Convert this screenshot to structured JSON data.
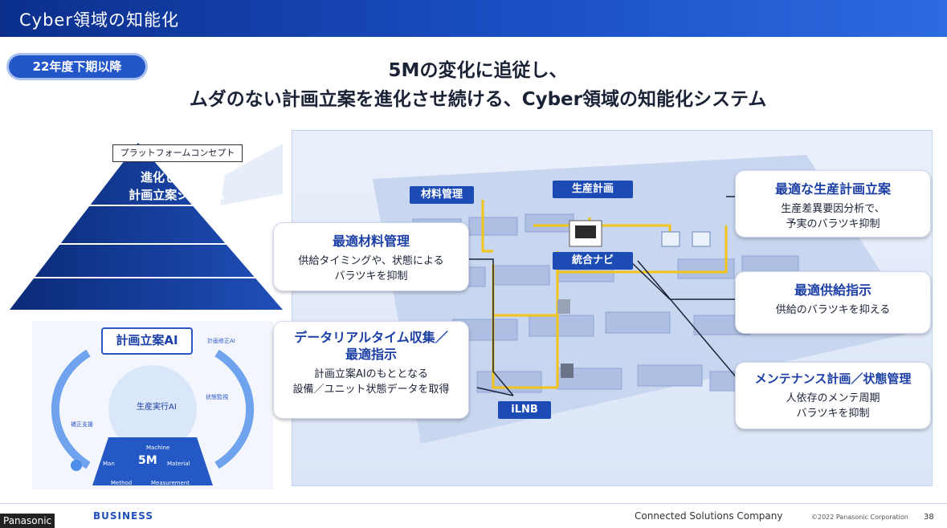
{
  "header": {
    "title": "Cyber領域の知能化"
  },
  "badge": "22年度下期以降",
  "headline": {
    "line1": "5Mの変化に追従し、",
    "line2": "ムダのない計画立案を進化させ続ける、Cyber領域の知能化システム"
  },
  "pyramid": {
    "concept_label": "プラットフォームコンセプト",
    "top_line1": "進化し続ける",
    "top_line2": "計画立案システム"
  },
  "ai": {
    "label": "計画立案AI",
    "center": "生産実行AI",
    "five_m": "5M",
    "small": [
      "計画修正AI",
      "状態監視",
      "補正支援",
      "Machine",
      "Method",
      "Material",
      "Measurement",
      "Man"
    ]
  },
  "tags": {
    "material": "材料管理",
    "production": "生産計画",
    "navi": "統合ナビ",
    "ilnb": "iLNB"
  },
  "callouts": {
    "material": {
      "title": "最適材料管理",
      "line1": "供給タイミングや、状態による",
      "line2": "バラツキを抑制"
    },
    "realtime": {
      "title": "データリアルタイム収集／",
      "title2": "最適指示",
      "line1": "計画立案AIのもととなる",
      "line2": "設備／ユニット状態データを取得"
    },
    "plan": {
      "title": "最適な生産計画立案",
      "line1": "生産差異要因分析で、",
      "line2": "予実のバラツキ抑制"
    },
    "supply": {
      "title": "最適供給指示",
      "line1": "供給のバラツキを抑える"
    },
    "maint": {
      "title": "メンテナンス計画／状態管理",
      "line1": "人依存のメンテ周期",
      "line2": "バラツキを抑制"
    }
  },
  "footer": {
    "brand": "Panasonic",
    "business": "BUSINESS",
    "company": "Connected Solutions Company",
    "copyright": "©2022 Panasonic Corporation",
    "page": "38"
  },
  "colors": {
    "primary": "#1c4bb5",
    "accent_yellow": "#f2c418"
  }
}
